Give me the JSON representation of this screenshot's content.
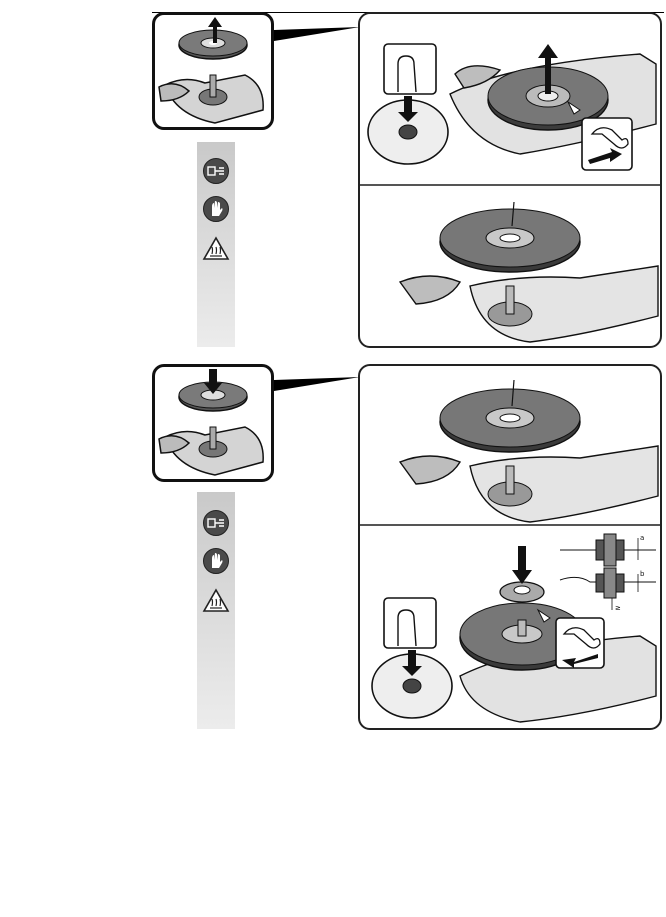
{
  "section1": {
    "step": "remove-wheel",
    "sidebar_icons": [
      "unplug-icon",
      "glove-icon",
      "hot-surface-warning-icon"
    ]
  },
  "section2": {
    "step": "mount-wheel",
    "sidebar_icons": [
      "unplug-icon",
      "glove-icon",
      "hot-surface-warning-icon"
    ],
    "dimension_labels": [
      "a",
      "b",
      "≥"
    ]
  },
  "colors": {
    "wheel": "#6b6b6b",
    "wheel_dark": "#3a3a3a",
    "tool_body": "#9a9a9a",
    "outline": "#111111"
  }
}
